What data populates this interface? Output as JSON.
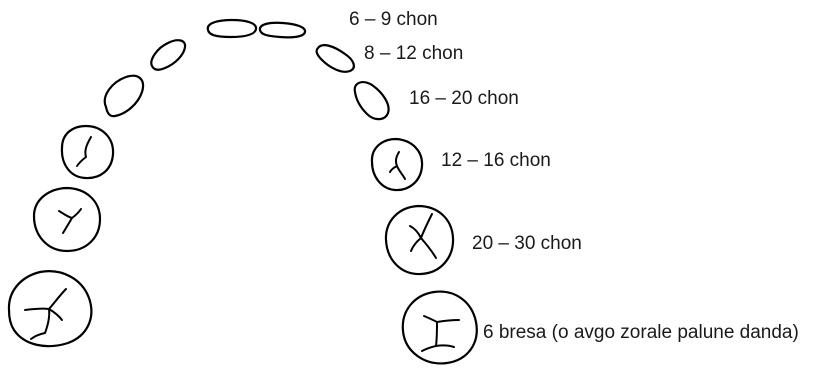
{
  "labels": {
    "central_incisor": "6 – 9 chon",
    "lateral_incisor": "8 – 12 chon",
    "canine": "16 – 20 chon",
    "first_premolar": "12 – 16 chon",
    "second_premolar": "20 – 30 chon",
    "first_molar": "6 bresa (o avgo zorale palune danda)"
  },
  "colors": {
    "stroke": "#000000",
    "text": "#1a1a1a",
    "background": "#ffffff"
  }
}
